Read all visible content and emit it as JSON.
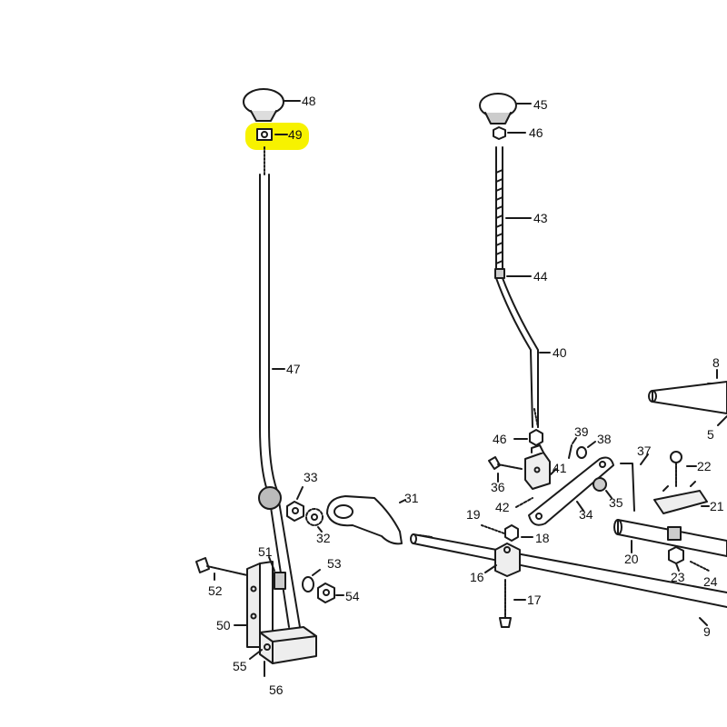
{
  "highlight_color": "#f7f200",
  "ink_color": "#1a1a1a",
  "highlighted_part": "49",
  "labels": {
    "p48": "48",
    "p49": "49",
    "p47": "47",
    "p45": "45",
    "p46a": "46",
    "p43": "43",
    "p44": "44",
    "p40": "40",
    "p8": "8",
    "p5": "5",
    "p46b": "46",
    "p39": "39",
    "p38": "38",
    "p37": "37",
    "p41": "41",
    "p36": "36",
    "p42": "42",
    "p35": "35",
    "p34": "34",
    "p22": "22",
    "p21": "21",
    "p33": "33",
    "p32": "32",
    "p31": "31",
    "p19": "19",
    "p18": "18",
    "p20": "20",
    "p23": "23",
    "p24": "24",
    "p16": "16",
    "p17": "17",
    "p51": "51",
    "p53": "53",
    "p52": "52",
    "p54": "54",
    "p50": "50",
    "p55": "55",
    "p56": "56",
    "p9": "9"
  }
}
